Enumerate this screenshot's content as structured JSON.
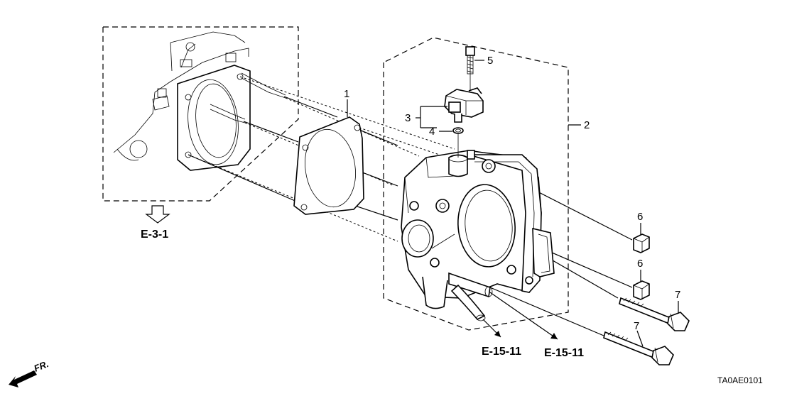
{
  "callouts": {
    "c1": "1",
    "c2": "2",
    "c3": "3",
    "c4": "4",
    "c5": "5",
    "c6a": "6",
    "c6b": "6",
    "c7a": "7",
    "c7b": "7"
  },
  "references": {
    "engine": "E-3-1",
    "hose_left": "E-15-11",
    "hose_right": "E-15-11"
  },
  "front_label": "FR.",
  "diagram_code": "TA0AE0101"
}
